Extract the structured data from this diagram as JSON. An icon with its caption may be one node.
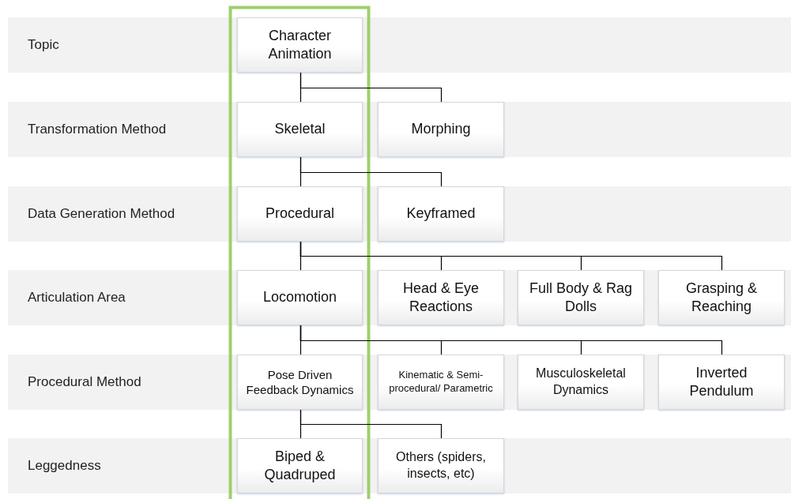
{
  "diagram": {
    "nodes": [
      {
        "text": [
          "Topic"
        ]
      },
      {
        "text": [
          "Character Animation"
        ],
        "in": 0
      },
      {
        "text": [
          "Transformation Method"
        ]
      },
      {
        "text": [
          "Skeletal"
        ],
        "in": 2
      },
      {
        "text": [
          "Morphing"
        ],
        "in": 2
      },
      {
        "text": [
          "Data Generation Method"
        ]
      },
      {
        "text": [
          "Procedural"
        ],
        "in": 5
      },
      {
        "text": [
          "Keyframed"
        ],
        "in": 5
      },
      {
        "text": [
          "Articulation Area"
        ]
      },
      {
        "text": [
          "Locomotion"
        ],
        "in": 8
      },
      {
        "text": [
          "Head & Eye Reactions"
        ],
        "in": 8
      },
      {
        "text": [
          "Full Body & Rag Dolls"
        ],
        "in": 8
      },
      {
        "text": [
          "Grasping & Reaching"
        ],
        "in": 8
      },
      {
        "text": [
          "Procedural Method"
        ]
      },
      {
        "text": [
          "Pose Driven Feedback Dynamics"
        ],
        "in": 13
      },
      {
        "text": [
          "Kinematic & Semi-procedural/ Parametric"
        ],
        "in": 13
      },
      {
        "text": [
          "Musculoskeletal Dynamics"
        ],
        "in": 13
      },
      {
        "text": [
          "Inverted Pendulum"
        ],
        "in": 13
      },
      {
        "text": [
          "Leggedness"
        ]
      },
      {
        "text": [
          "Biped & Quadruped"
        ],
        "in": 18
      },
      {
        "text": [
          "Others (spiders, insects, etc)"
        ],
        "in": 18
      }
    ],
    "edges": [
      {
        "from": 1,
        "to": 3,
        "arrow": "none"
      },
      {
        "from": 1,
        "to": 4,
        "arrow": "none"
      },
      {
        "from": 3,
        "to": 6,
        "arrow": "none"
      },
      {
        "from": 3,
        "to": 7,
        "arrow": "none"
      },
      {
        "from": 6,
        "to": 9,
        "arrow": "none"
      },
      {
        "from": 6,
        "to": 10,
        "arrow": "none"
      },
      {
        "from": 6,
        "to": 11,
        "arrow": "none"
      },
      {
        "from": 6,
        "to": 12,
        "arrow": "none"
      },
      {
        "from": 9,
        "to": 14,
        "arrow": "none"
      },
      {
        "from": 9,
        "to": 15,
        "arrow": "none"
      },
      {
        "from": 9,
        "to": 16,
        "arrow": "none"
      },
      {
        "from": 9,
        "to": 17,
        "arrow": "none"
      },
      {
        "from": 14,
        "to": 19,
        "arrow": "none"
      },
      {
        "from": 14,
        "to": 20,
        "arrow": "none"
      }
    ]
  }
}
